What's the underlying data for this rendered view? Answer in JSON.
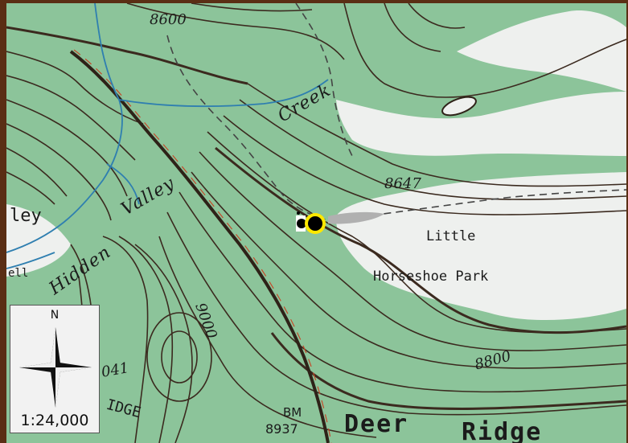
{
  "map": {
    "scale_text": "1:24,000",
    "north_label": "N",
    "colors": {
      "vegetation": "#8cc49a",
      "clearing": "#eef0ee",
      "contour": "#3b2a1f",
      "water": "#2f7fb0",
      "trail": "#444444",
      "marker_ring": "#ffe800",
      "marker_dot": "#000000"
    },
    "contour_labels": [
      "8600",
      "8647",
      "9000",
      "8800",
      "041"
    ],
    "place_labels": [
      "Little",
      "Horseshoe Park",
      "ley",
      "ell"
    ],
    "stream_labels": [
      "Creek",
      "Hidden",
      "Valley"
    ],
    "ridge_labels": [
      "Deer",
      "Ridge",
      "IDGE"
    ],
    "benchmark": {
      "label": "BM",
      "value": "8937"
    },
    "icons": [
      "compass-rose-icon",
      "location-marker-icon"
    ]
  }
}
